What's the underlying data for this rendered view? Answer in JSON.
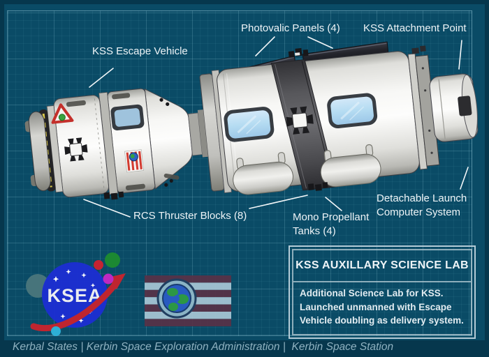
{
  "title": "KSS Auxillary Science Lab blueprint diagram",
  "annotations": {
    "escape_vehicle": "KSS Escape Vehicle",
    "photovalic_panels": "Photovalic Panels (4)",
    "attachment_point": "KSS Attachment Point",
    "rcs_thrusters": "RCS Thruster Blocks (8)",
    "mono_tanks_line1": "Mono Propellant",
    "mono_tanks_line2": "Tanks (4)",
    "computer_line1": "Detachable Launch",
    "computer_line2": "Computer System"
  },
  "info_box": {
    "title": "KSS AUXILLARY SCIENCE LAB",
    "line1": "Additional Science Lab for KSS.",
    "line2": "Launched unmanned with Escape",
    "line3": "Vehicle doubling as delivery system."
  },
  "agency_logo": {
    "text": "KSEA"
  },
  "footer": {
    "text": "Kerbal States | Kerbin Space Exploration Administration |  Kerbin Space Station"
  },
  "colors": {
    "background": "#0a4b66",
    "frame": "#06374d",
    "grid_line": "#a0d7e6",
    "label_text": "#eef4f7",
    "solar_panel": "#22232a",
    "hull_band": "#55555a",
    "window_glass": "#b5dcf2",
    "logo_blue": "#1c2fd1",
    "swoosh_red": "#c5242e",
    "flag_maroon": "#593247",
    "flag_light_blue": "#a9c7d6"
  }
}
